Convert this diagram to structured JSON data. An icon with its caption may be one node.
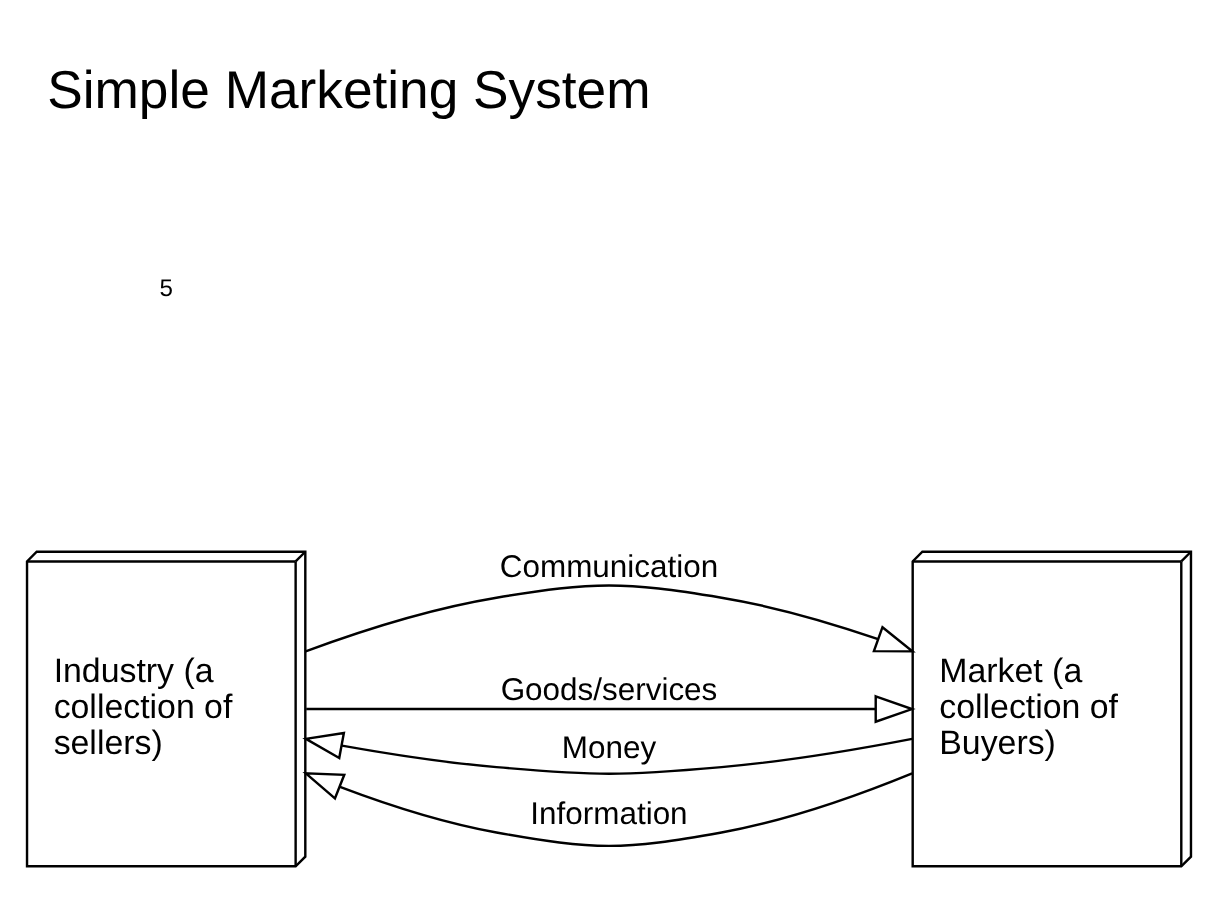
{
  "diagram": {
    "title": "Simple Marketing System",
    "nodes": [
      {
        "text": [
          "Industry (a collection of sellers)"
        ]
      },
      {
        "text": [
          "Market (a collection of Buyers)"
        ]
      }
    ],
    "edges": [
      {
        "from": 0,
        "to": 1,
        "arrow": "to",
        "label": "Communication"
      },
      {
        "from": 0,
        "to": 1,
        "arrow": "to",
        "label": "Goods/services"
      },
      {
        "from": 1,
        "to": 0,
        "arrow": "to",
        "label": "Money"
      },
      {
        "from": 1,
        "to": 0,
        "arrow": "to",
        "label": "Information"
      }
    ],
    "labels": [
      "5"
    ]
  }
}
